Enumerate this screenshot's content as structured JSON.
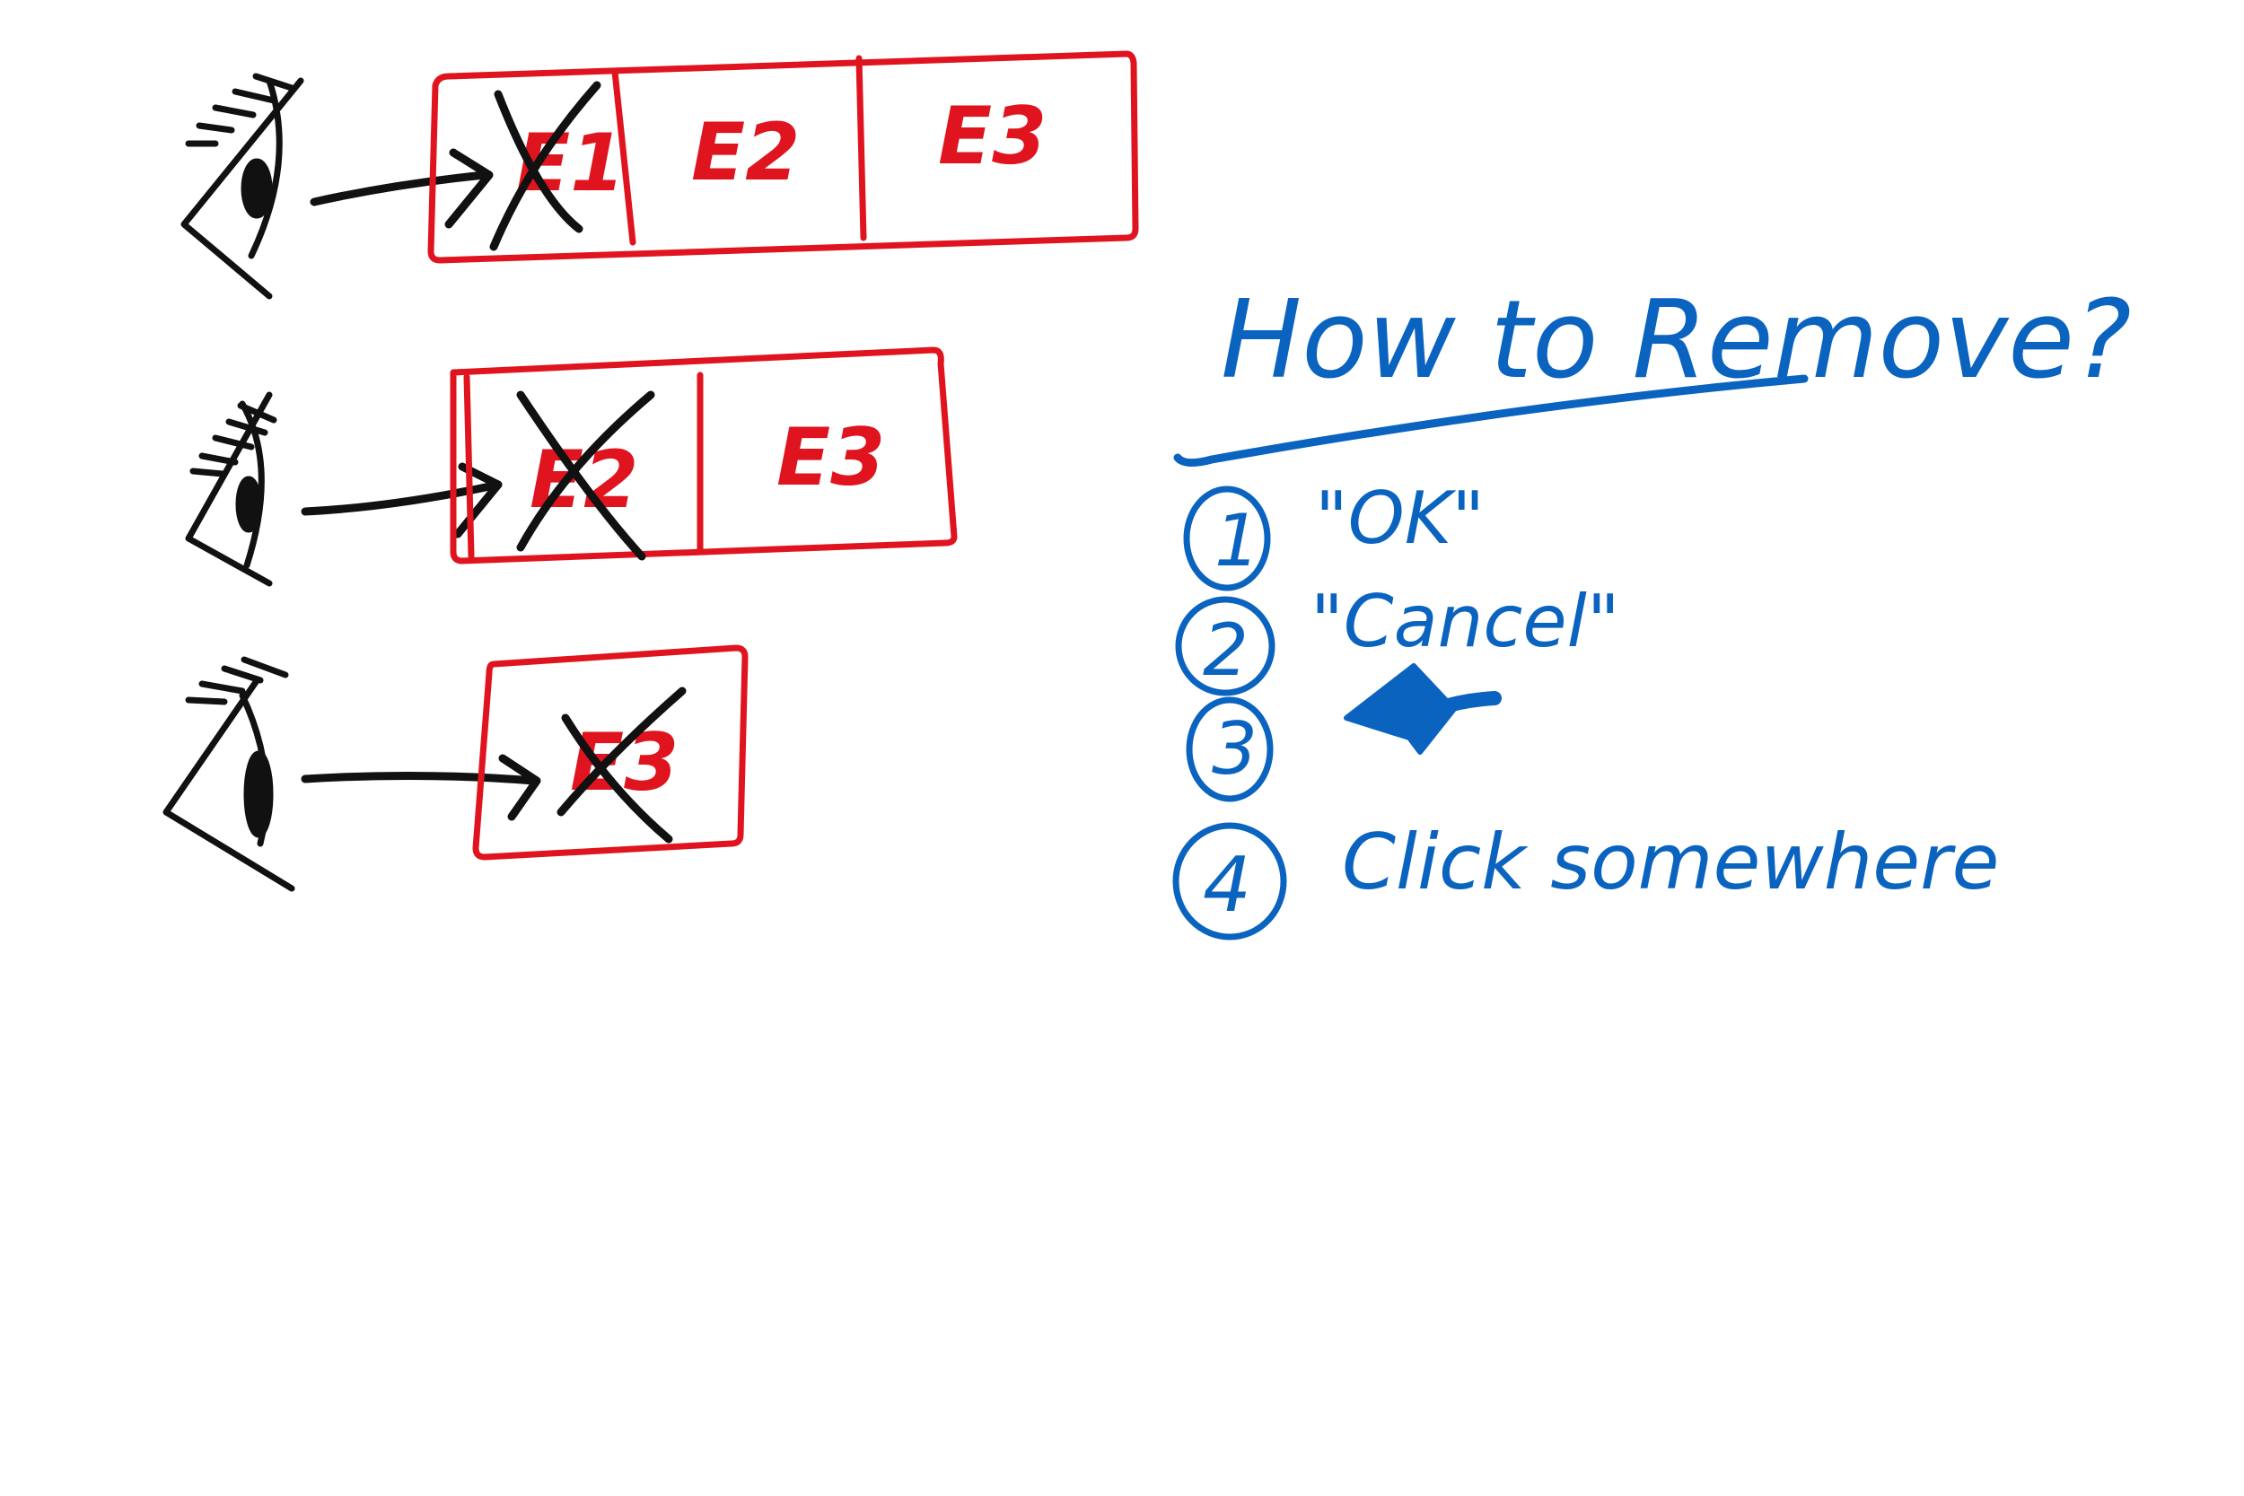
{
  "colors": {
    "queue": "#e0141e",
    "viewer": "#111111",
    "notes": "#0b63c0"
  },
  "rows": [
    {
      "cells": [
        "E1",
        "E2",
        "E3"
      ],
      "removed_index": 0
    },
    {
      "cells": [
        "E2",
        "E3"
      ],
      "removed_index": 0
    },
    {
      "cells": [
        "E3"
      ],
      "removed_index": 0
    }
  ],
  "notes": {
    "title": "How to Remove?",
    "items": [
      {
        "number": "1",
        "text": "\"OK\""
      },
      {
        "number": "2",
        "text": "\"Cancel\""
      },
      {
        "number": "3",
        "text": ""
      },
      {
        "number": "4",
        "text": "Click somewhere"
      }
    ],
    "pointer_target_item": "3"
  },
  "icons": [
    "eye-icon",
    "arrow-right-icon",
    "cross-out-icon",
    "arrow-left-icon"
  ]
}
